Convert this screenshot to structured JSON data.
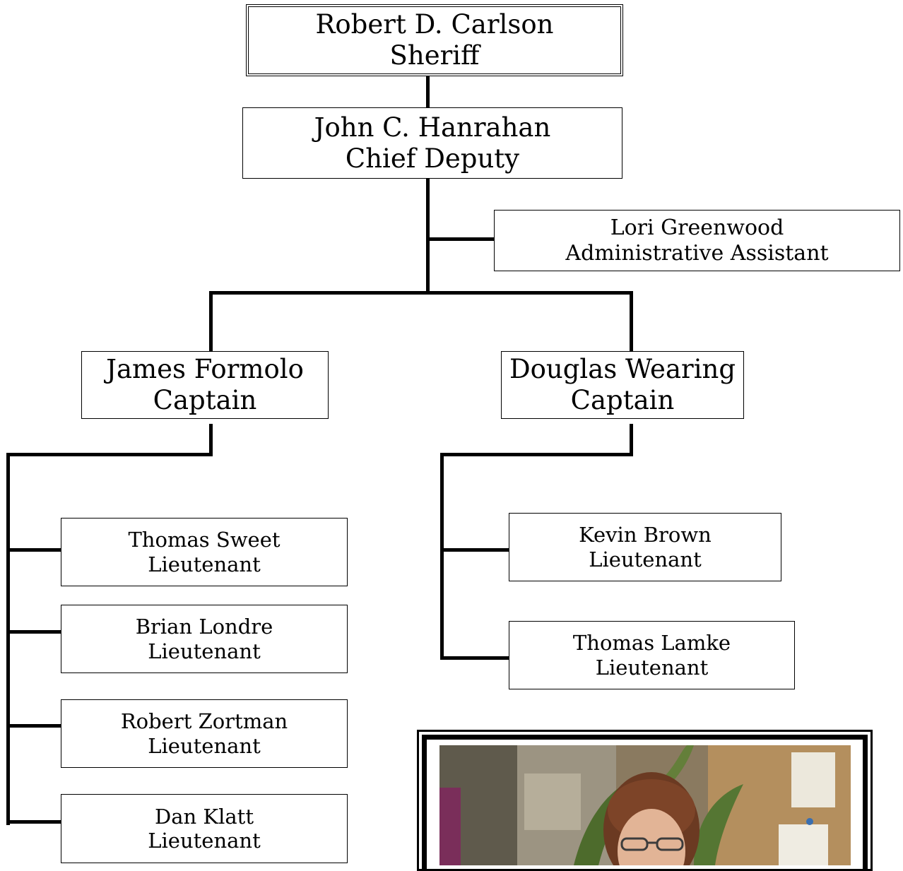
{
  "org_chart": {
    "sheriff": {
      "name": "Robert D. Carlson",
      "title": "Sheriff"
    },
    "chief_deputy": {
      "name": "John C. Hanrahan",
      "title": "Chief Deputy"
    },
    "admin_assistant": {
      "name": "Lori Greenwood",
      "title": "Administrative Assistant"
    },
    "captains": [
      {
        "name": "James Formolo",
        "title": "Captain"
      },
      {
        "name": "Douglas Wearing",
        "title": "Captain"
      }
    ],
    "lieutenants_formolo": [
      {
        "name": "Thomas Sweet",
        "title": "Lieutenant"
      },
      {
        "name": "Brian Londre",
        "title": "Lieutenant"
      },
      {
        "name": "Robert Zortman",
        "title": "Lieutenant"
      },
      {
        "name": "Dan Klatt",
        "title": "Lieutenant"
      }
    ],
    "lieutenants_wearing": [
      {
        "name": "Kevin Brown",
        "title": "Lieutenant"
      },
      {
        "name": "Thomas Lamke",
        "title": "Lieutenant"
      }
    ]
  },
  "colors": {
    "line": "#000000",
    "box_border": "#000000",
    "background": "#ffffff"
  }
}
